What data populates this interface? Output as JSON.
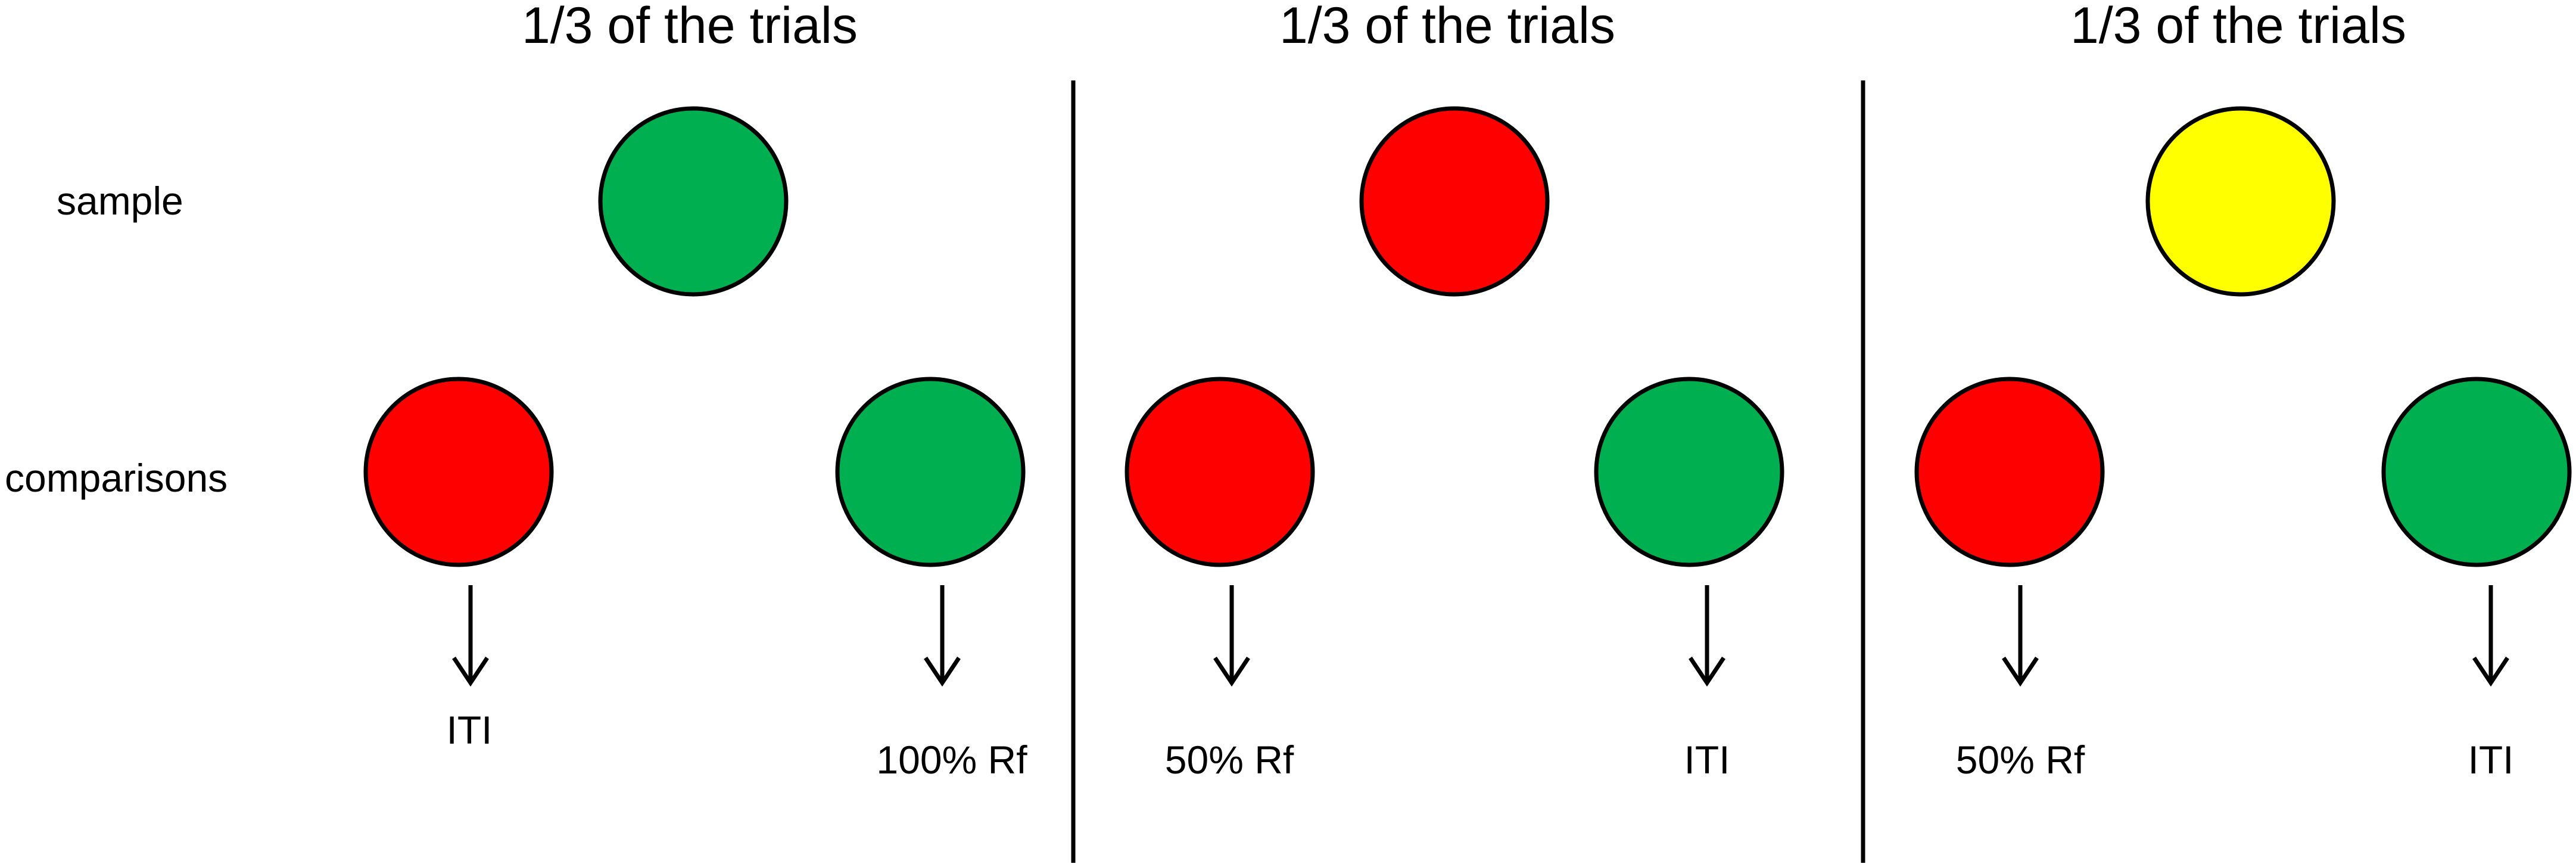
{
  "row_labels": {
    "sample": "sample",
    "comparisons": "comparisons"
  },
  "colors": {
    "green": "#00b050",
    "red": "#ff0000",
    "yellow": "#ffff00",
    "stroke": "#000000"
  },
  "panels": [
    {
      "title": "1/3 of the trials",
      "sample_color": "green",
      "comparisons": [
        {
          "color": "red",
          "outcome": "ITI"
        },
        {
          "color": "green",
          "outcome": "100% Rf"
        }
      ]
    },
    {
      "title": "1/3 of the trials",
      "sample_color": "red",
      "comparisons": [
        {
          "color": "red",
          "outcome": "50% Rf"
        },
        {
          "color": "green",
          "outcome": "ITI"
        }
      ]
    },
    {
      "title": "1/3 of the trials",
      "sample_color": "yellow",
      "comparisons": [
        {
          "color": "red",
          "outcome": "50% Rf"
        },
        {
          "color": "green",
          "outcome": "ITI"
        }
      ]
    }
  ],
  "icons": {
    "arrow": "down-arrow-icon"
  }
}
